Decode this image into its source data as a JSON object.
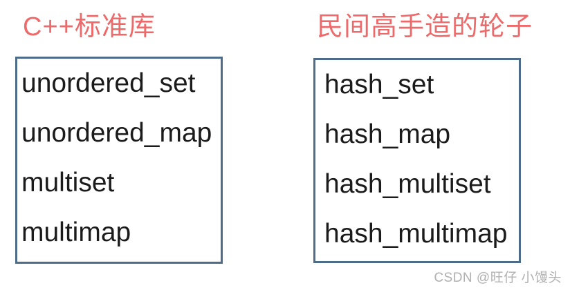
{
  "colors": {
    "accent": "#ee6a6a",
    "border": "#4c6c89",
    "text": "#1b1b1b",
    "watermark": "#b0b0b0",
    "bg": "#ffffff"
  },
  "columns": {
    "std": {
      "title": "C++标准库",
      "items": [
        "unordered_set",
        "unordered_map",
        "multiset",
        "multimap"
      ]
    },
    "wheels": {
      "title": "民间高手造的轮子",
      "items": [
        "hash_set",
        "hash_map",
        "hash_multiset",
        "hash_multimap"
      ]
    }
  },
  "watermark": {
    "text": "CSDN @旺仔 小馒头"
  }
}
